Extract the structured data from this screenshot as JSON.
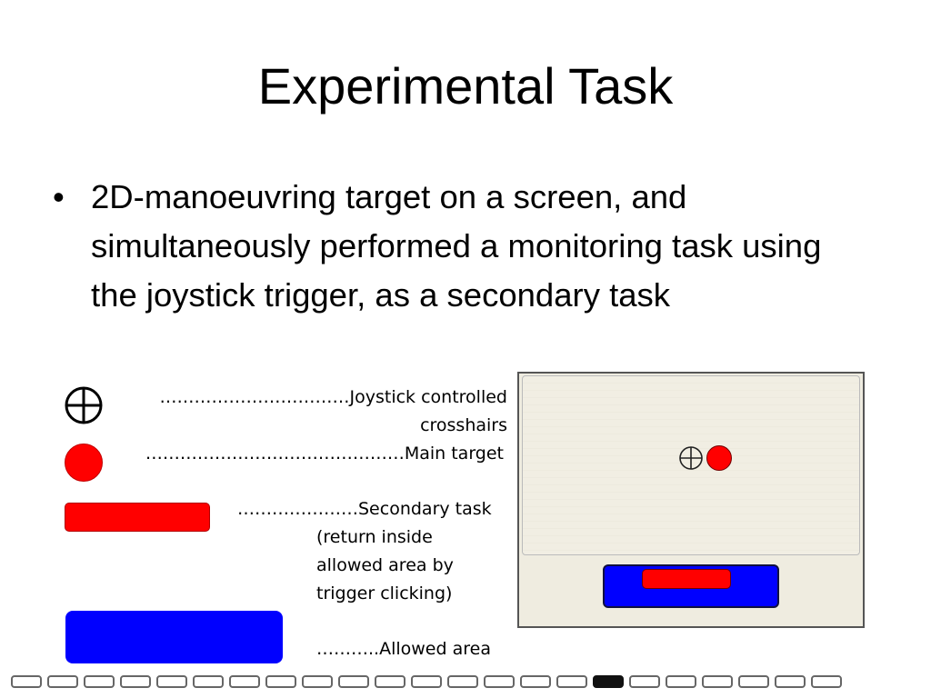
{
  "slide": {
    "title": "Experimental Task",
    "bullet_symbol": "•",
    "bullet_text": "2D-manoeuvring target on a screen, and simultaneously performed a monitoring task using the joystick trigger, as a secondary task"
  },
  "legend": {
    "crosshairs": {
      "line1": "……………………………Joystick controlled",
      "line2": "crosshairs",
      "icon": "crosshairs-icon"
    },
    "main_target": {
      "label": "………………………………………Main target",
      "icon": "red-circle-icon"
    },
    "secondary_task": {
      "line1": "…………………Secondary task",
      "line2": "(return inside",
      "line3": "allowed area by",
      "line4": "trigger clicking)"
    },
    "allowed_area": {
      "label": "………..Allowed area"
    }
  },
  "colors": {
    "target_red": "#ff0000",
    "allowed_area_blue": "#0000ff",
    "screen_background": "#efece0"
  },
  "navigation": {
    "total_slides": 23,
    "current_slide": 17
  }
}
